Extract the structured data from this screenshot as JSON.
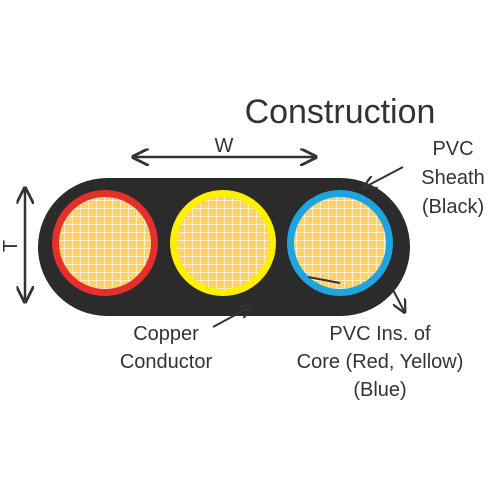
{
  "title": "Construction",
  "dimensions": {
    "width_label": "W",
    "thickness_label": "T"
  },
  "labels": {
    "sheath": [
      "PVC",
      "Sheath",
      "(Black)"
    ],
    "conductor": [
      "Copper",
      "Conductor"
    ],
    "insulation": [
      "PVC Ins. of",
      "Core (Red, Yellow)",
      "(Blue)"
    ]
  },
  "colors": {
    "sheath": "#2b2b2b",
    "conductor": "#fdd26a",
    "conductor_mesh": "#ffffff",
    "core_red": "#e42f2d",
    "core_yellow": "#fff000",
    "core_blue": "#1ea5e0",
    "arrow": "#333333"
  },
  "cores": [
    {
      "name": "red",
      "color": "#e42f2d"
    },
    {
      "name": "yellow",
      "color": "#fff000"
    },
    {
      "name": "blue",
      "color": "#1ea5e0"
    }
  ]
}
